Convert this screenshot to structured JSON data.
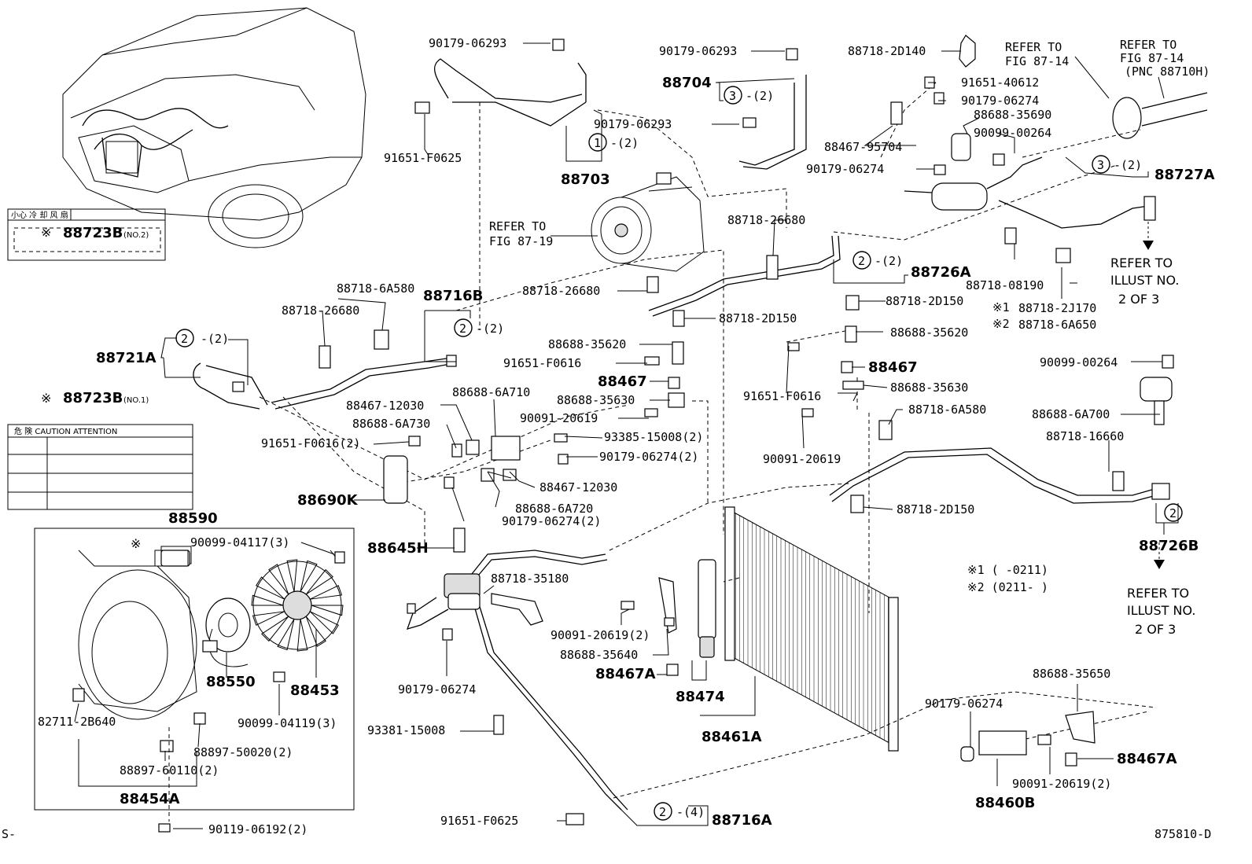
{
  "figure_id": "875810-D",
  "corner_mark": "S-",
  "labels": {
    "p90179_06293_a": "90179-06293",
    "p91651_F0625_a": "91651-F0625",
    "p88703": "88703",
    "refer_fig_87_19_a": "REFER TO",
    "refer_fig_87_19_b": "FIG 87-19",
    "p90179_06293_b": "90179-06293",
    "p88704": "88704",
    "p90179_06293_c": "90179-06293",
    "p88718_2D140": "88718-2D140",
    "refer_fig_87_14a_a": "REFER TO",
    "refer_fig_87_14a_b": "FIG 87-14",
    "refer_fig_87_14b_a": "REFER TO",
    "refer_fig_87_14b_b": "FIG 87-14",
    "refer_fig_87_14b_c": "(PNC 88710H)",
    "p91651_40612": "91651-40612",
    "p90179_06274_a": "90179-06274",
    "p88688_35690": "88688-35690",
    "p90099_00264_a": "90099-00264",
    "p88467_95704": "88467-95704",
    "p90179_06274_b": "90179-06274",
    "p88727A": "88727A",
    "p88723B_no2": "88723B",
    "p88723B_no2_suffix": "(NO.2)",
    "label_no2_text": "小心  冷 却 风 扇",
    "p88718_26680_a": "88718-26680",
    "p88726A": "88726A",
    "p88718_08190": "88718-08190",
    "refer_illust_a_1": "REFER TO",
    "refer_illust_a_2": "ILLUST NO.",
    "refer_illust_a_3": "2 OF 3",
    "p88718_2J170": "88718-2J170",
    "p88718_6A650": "88718-6A650",
    "p88718_6A580_a": "88718-6A580",
    "p88716B": "88716B",
    "p88718_26680_b": "88718-26680",
    "p88718_26680_c": "88718-26680",
    "p88718_2D150_a": "88718-2D150",
    "p88718_2D150_b": "88718-2D150",
    "p88721A": "88721A",
    "p88688_35620_a": "88688-35620",
    "p91651_F0616_a": "91651-F0616",
    "p88467_a": "88467",
    "p88688_35630_a": "88688-35630",
    "p88688_35620_b": "88688-35620",
    "p88467_b": "88467",
    "p91651_F0616_b": "91651-F0616",
    "p88688_35630_b": "88688-35630",
    "p90099_00264_b": "90099-00264",
    "p88723B_no1": "88723B",
    "p88723B_no1_suffix": "(NO.1)",
    "label_no1_text": "危  険  CAUTION  ATTENTION",
    "p88467_12030_a": "88467-12030",
    "p88688_6A710": "88688-6A710",
    "p88688_6A730": "88688-6A730",
    "p90091_20619_a": "90091-20619",
    "p91651_F0616_2": "91651-F0616(2)",
    "p93385_15008": "93385-15008(2)",
    "p90179_06274_2a": "90179-06274(2)",
    "p88718_6A580_b": "88718-6A580",
    "p88688_6A700": "88688-6A700",
    "p88718_16660": "88718-16660",
    "p90091_20619_b": "90091-20619",
    "p88467_12030_b": "88467-12030",
    "p88688_6A720": "88688-6A720",
    "p88690K": "88690K",
    "p90179_06274_2b": "90179-06274(2)",
    "p88718_2D150_c": "88718-2D150",
    "p88590": "88590",
    "p90099_04117": "90099-04117(3)",
    "p88645H": "88645H",
    "p88718_35180": "88718-35180",
    "p88726B": "88726B",
    "period_1": "※1 (      -0211)",
    "period_2": "※2 (0211-       )",
    "refer_illust_b_1": "REFER TO",
    "refer_illust_b_2": "ILLUST NO.",
    "refer_illust_b_3": "2 OF 3",
    "p90091_20619_2": "90091-20619(2)",
    "p88688_35640": "88688-35640",
    "p88467A_a": "88467A",
    "p88474": "88474",
    "p88550": "88550",
    "p88453": "88453",
    "p90179_06274_c": "90179-06274",
    "p88688_35650": "88688-35650",
    "p90179_06274_d": "90179-06274",
    "p82711_2B640": "82711-2B640",
    "p90099_04119": "90099-04119(3)",
    "p88897_50020": "88897-50020(2)",
    "p93381_15008": "93381-15008",
    "p88461A": "88461A",
    "p88897_60110": "88897-60110(2)",
    "p88467A_b": "88467A",
    "p90091_20619_2b": "90091-20619(2)",
    "p88454A": "88454A",
    "p88460B": "88460B",
    "p91651_F0625_b": "91651-F0625",
    "p88716A": "88716A",
    "p90119_06192": "90119-06192(2)",
    "mark_star": "※",
    "mark_star1": "※1",
    "mark_star2": "※2"
  },
  "callouts": {
    "c1": {
      "num": "1",
      "qty": "-(2)"
    },
    "c2a": {
      "num": "2",
      "qty": "-(2)"
    },
    "c2b": {
      "num": "2",
      "qty": "-(2)"
    },
    "c2c": {
      "num": "2",
      "qty": "-(2)"
    },
    "c2d": {
      "num": "2",
      "qty": ""
    },
    "c2e": {
      "num": "2",
      "qty": "-(4)"
    },
    "c3a": {
      "num": "3",
      "qty": "-(2)"
    },
    "c3b": {
      "num": "3",
      "qty": "-(2)"
    }
  }
}
